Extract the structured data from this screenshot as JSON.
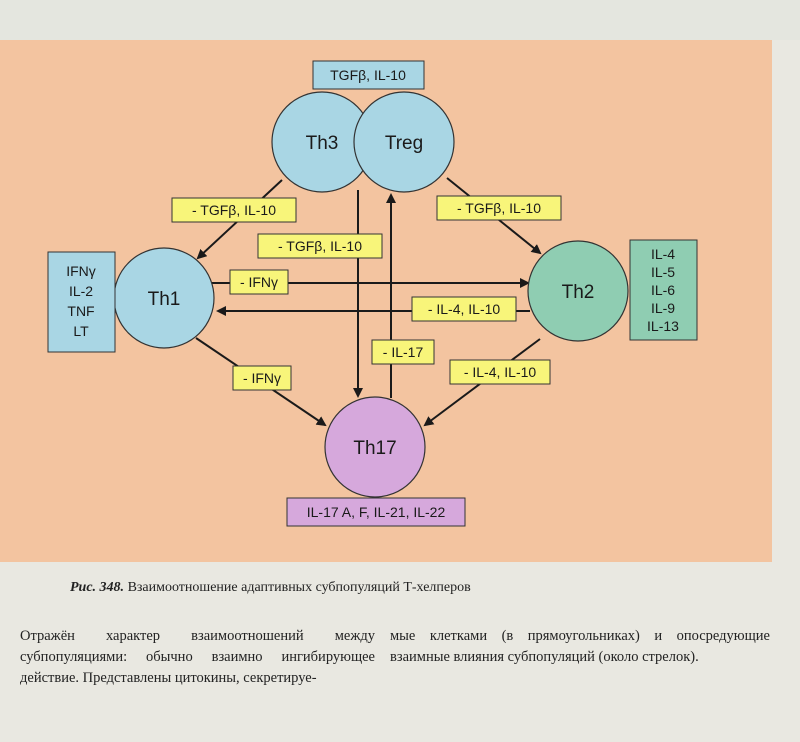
{
  "nodes": {
    "th3": "Th3",
    "treg": "Treg",
    "th1": "Th1",
    "th2": "Th2",
    "th17": "Th17"
  },
  "boxes": {
    "top": "TGFβ, IL-10",
    "th1_lines": [
      "IFNγ",
      "IL-2",
      "TNF",
      "LT"
    ],
    "th2_lines": [
      "IL-4",
      "IL-5",
      "IL-6",
      "IL-9",
      "IL-13"
    ],
    "bottom": "IL-17 A, F, IL-21, IL-22"
  },
  "arrow_labels": {
    "to_th1": "- TGFβ, IL-10",
    "to_th2": "- TGFβ, IL-10",
    "to_th17_center": "- TGFβ, IL-10",
    "th1_to_th2": "- IFNγ",
    "th2_to_th1": "- IL-4, IL-10",
    "th17_to_treg": "- IL-17",
    "th1_to_th17": "- IFNγ",
    "th2_to_th17": "- IL-4, IL-10"
  },
  "caption": {
    "number": "Рис. 348.",
    "text": "Взаимоотношение адаптивных субпопуляций Т-хелперов"
  },
  "body_text": {
    "left": "Отражён характер взаимоотношений между субпопуляциями: обычно взаимно ингибирующее действие. Представлены цитокины, секретируе-",
    "right": "мые клетками (в прямоугольниках) и опосредующие взаимные влияния субпопуляций (около стрелок)."
  },
  "colors": {
    "background": "#f3c4a0",
    "cell_blue": "#a9d6e4",
    "cell_green": "#8fcdb2",
    "cell_purple": "#d6a8dc",
    "label_yellow": "#f8f57a"
  }
}
